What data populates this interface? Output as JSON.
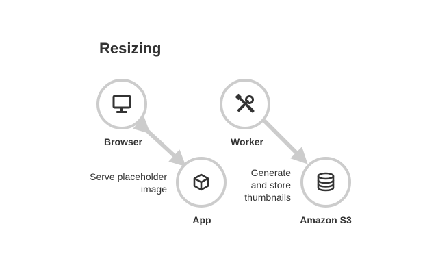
{
  "title": "Resizing",
  "nodes": {
    "browser": {
      "label": "Browser",
      "icon": "monitor-icon"
    },
    "app": {
      "label": "App",
      "icon": "cube-icon"
    },
    "worker": {
      "label": "Worker",
      "icon": "tools-icon"
    },
    "s3": {
      "label": "Amazon S3",
      "icon": "database-icon"
    }
  },
  "annotations": {
    "serve_line1": "Serve placeholder",
    "serve_line2": "image",
    "generate_line1": "Generate",
    "generate_line2": "and store",
    "generate_line3": "thumbnails"
  },
  "colors": {
    "ring": "#cccccc",
    "icon": "#333333",
    "arrow": "#cccccc",
    "text": "#333333"
  }
}
